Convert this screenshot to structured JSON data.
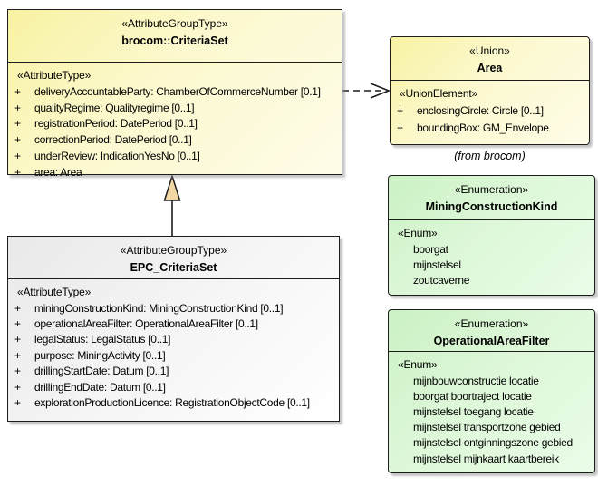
{
  "colors": {
    "class_yellow": "#F8F2A2",
    "enum_green": "#CBF1C4",
    "subclass_gray": "#EFEFEF",
    "border": "#1D1D1D",
    "generalization_triangle_fill": "#F1D7A4"
  },
  "criteria_set": {
    "stereotype": "«AttributeGroupType»",
    "name": "brocom::CriteriaSet",
    "section": "«AttributeType»",
    "attributes": [
      {
        "v": "+",
        "t": "deliveryAccountableParty: ChamberOfCommerceNumber [0.1]"
      },
      {
        "v": "+",
        "t": "qualityRegime: Qualityregime [0..1]"
      },
      {
        "v": "+",
        "t": "registrationPeriod: DatePeriod [0..1]"
      },
      {
        "v": "+",
        "t": "correctionPeriod: DatePeriod [0..1]"
      },
      {
        "v": "+",
        "t": "underReview: IndicationYesNo [0..1]"
      },
      {
        "v": "+",
        "t": "area: Area"
      }
    ]
  },
  "epc_criteria_set": {
    "stereotype": "«AttributeGroupType»",
    "name": "EPC_CriteriaSet",
    "section": "«AttributeType»",
    "attributes": [
      {
        "v": "+",
        "t": "miningConstructionKind: MiningConstructionKind [0..1]"
      },
      {
        "v": "+",
        "t": "operationalAreaFilter: OperationalAreaFilter [0..1]"
      },
      {
        "v": "+",
        "t": "legalStatus: LegalStatus [0..1]"
      },
      {
        "v": "+",
        "t": "purpose: MiningActivity [0..1]"
      },
      {
        "v": "+",
        "t": "drillingStartDate: Datum [0..1]"
      },
      {
        "v": "+",
        "t": "drillingEndDate: Datum [0..1]"
      },
      {
        "v": "+",
        "t": "explorationProductionLicence: RegistrationObjectCode [0..1]"
      }
    ]
  },
  "area_union": {
    "stereotype": "«Union»",
    "name": "Area",
    "section": "«UnionElement»",
    "attributes": [
      {
        "v": "+",
        "t": "enclosingCircle: Circle [0..1]"
      },
      {
        "v": "+",
        "t": "boundingBox: GM_Envelope"
      }
    ],
    "origin_note": "(from brocom)"
  },
  "mining_construction_kind": {
    "stereotype": "«Enumeration»",
    "name": "MiningConstructionKind",
    "section": "«Enum»",
    "values": [
      "boorgat",
      "mijnstelsel",
      "zoutcaverne"
    ]
  },
  "operational_area_filter": {
    "stereotype": "«Enumeration»",
    "name": "OperationalAreaFilter",
    "section": "«Enum»",
    "values": [
      "mijnbouwconstructie locatie",
      "boorgat boortraject locatie",
      "mijnstelsel toegang locatie",
      "mijnstelsel transportzone gebied",
      "mijnstelsel ontginningszone gebied",
      "mijnstelsel mijnkaart kaartbereik"
    ]
  }
}
